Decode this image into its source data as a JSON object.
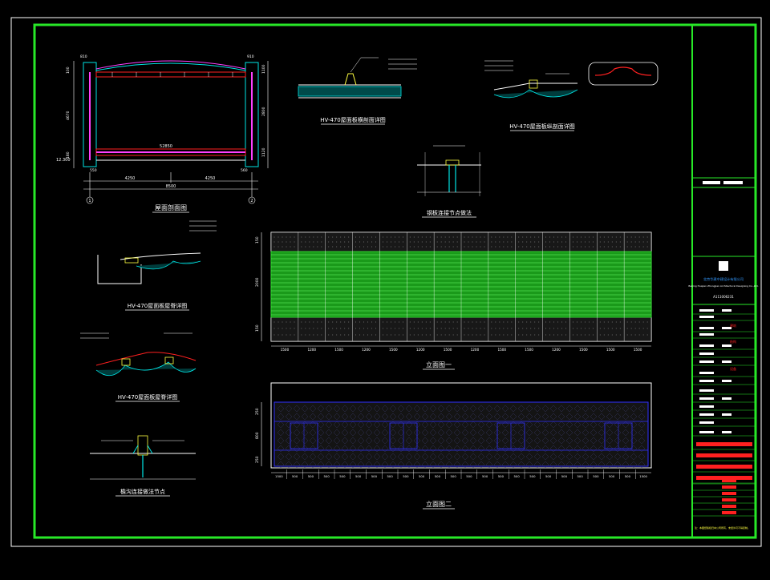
{
  "colors": {
    "background": "#000000",
    "frame": "#27e827",
    "line": "#ffffff",
    "cyan": "#00e5e5",
    "magenta": "#ff40ff",
    "red": "#ff2020",
    "yellow": "#ffff40",
    "blue": "#3030ff",
    "green_fill": "#22dd22"
  },
  "section_plan": {
    "title": "屋面剖面图",
    "dims_top": [
      "810",
      "910"
    ],
    "dims_left": [
      "100",
      "4670",
      "180"
    ],
    "dims_right": [
      "1100",
      "2800",
      "1120"
    ],
    "span_label": "52850",
    "level_label": "12.300",
    "bottom_dims": [
      "4250",
      "4250"
    ],
    "total_dim": "8500",
    "axis_labels": [
      "1",
      "2"
    ],
    "bottom_small": [
      "550",
      "560"
    ]
  },
  "detail_titles": {
    "cross": "HV-470屋面板横剖面详图",
    "longitudinal": "HV-470屋面板纵剖面详图",
    "joint": "钢板连接节点做法",
    "ridge": "HV-470屋面板屋脊详图",
    "valley": "HV-470屋面板屋脊详图",
    "gutter": "檐沟连接做法节点",
    "elev1": "立面图一",
    "elev2": "立面图二"
  },
  "elevation1": {
    "bottom_dims": [
      "1500",
      "1200",
      "1500",
      "1200",
      "1500",
      "1200",
      "1500",
      "1200",
      "1500",
      "1500",
      "1200",
      "1500",
      "1500",
      "1500"
    ],
    "left_dims": [
      "150",
      "2000",
      "150"
    ]
  },
  "elevation2": {
    "bottom_dims": [
      "1500",
      "500",
      "500",
      "500",
      "500",
      "500",
      "500",
      "500",
      "500",
      "500",
      "500",
      "500",
      "500",
      "500",
      "500",
      "500",
      "500",
      "500",
      "500",
      "500",
      "500",
      "500",
      "500",
      "1500"
    ],
    "left_dims": [
      "250",
      "800",
      "250"
    ]
  },
  "title_block": {
    "company_cn": "北京华建中建设计有限公司",
    "company_en": "Beijing Huajian Zhongjian Architectural Designing Co.,Ltd.",
    "cert": "A111006231",
    "stamps": [
      "建筑",
      "结构",
      "设备"
    ],
    "note": "注：本图纸版权归本公司所有，未经许可不得复制。"
  }
}
